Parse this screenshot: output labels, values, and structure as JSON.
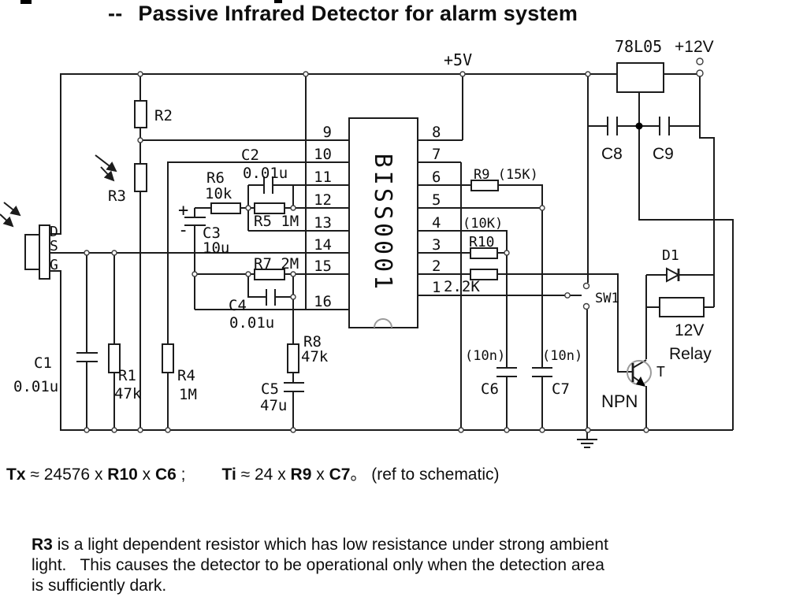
{
  "title": {
    "prefix": "--",
    "text": "Passive Infrared Detector for alarm system"
  },
  "power": {
    "rail": "+5V",
    "regulator": "78L05",
    "input": "+12V"
  },
  "ic": {
    "name": "BISS0001",
    "pins_left": [
      "9",
      "10",
      "11",
      "12",
      "13",
      "14",
      "15",
      "16"
    ],
    "pins_right": [
      "8",
      "7",
      "6",
      "5",
      "4",
      "3",
      "2",
      "1"
    ]
  },
  "sensor": {
    "pin_d": "D",
    "pin_s": "S",
    "pin_g": "G"
  },
  "components": {
    "r1": "R1",
    "r1_value": "47k",
    "r2": "R2",
    "r3": "R3",
    "r4": "R4",
    "r4_value": "1M",
    "r5": "R5 1M",
    "r6": "R6",
    "r6_value": "10k",
    "r7": "R7 2M",
    "r8": "R8",
    "r8_value": "47k",
    "r9": "R9 (15K)",
    "r10": "R10",
    "r10_value": "(10K)",
    "r11": "2.2K",
    "c1": "C1",
    "c1_value": "0.01u",
    "c2": "C2",
    "c2_value": "0.01u",
    "c3": "C3",
    "c3_value": "10u",
    "c3_plus": "+",
    "c3_minus": "-",
    "c4": "C4",
    "c4_value": "0.01u",
    "c5": "C5",
    "c5_value": "47u",
    "c6": "C6",
    "c6_value": "(10n)",
    "c7": "C7",
    "c7_value": "(10n)",
    "c8": "C8",
    "c9": "C9",
    "sw1": "SW1",
    "d1": "D1",
    "relay_voltage": "12V",
    "relay": "Relay",
    "transistor": "T",
    "transistor_type": "NPN"
  },
  "formula": {
    "tx": "Tx",
    "tx_rest": " ≈ 24576 x ",
    "tx_r": "R10",
    "times1": " x ",
    "tx_c": "C6",
    "semicolon": " ;",
    "ti": "Ti",
    "ti_rest": " ≈ 24 x ",
    "ti_r": "R9",
    "times2": " x ",
    "ti_c": "C7",
    "tail": "。 (ref to schematic)"
  },
  "note": {
    "bold": "R3",
    "line1": " is a light dependent resistor which has low resistance under strong ambient",
    "line2": "light.   This causes the detector to be operational only when the detection area",
    "line3": "is sufficiently dark."
  }
}
